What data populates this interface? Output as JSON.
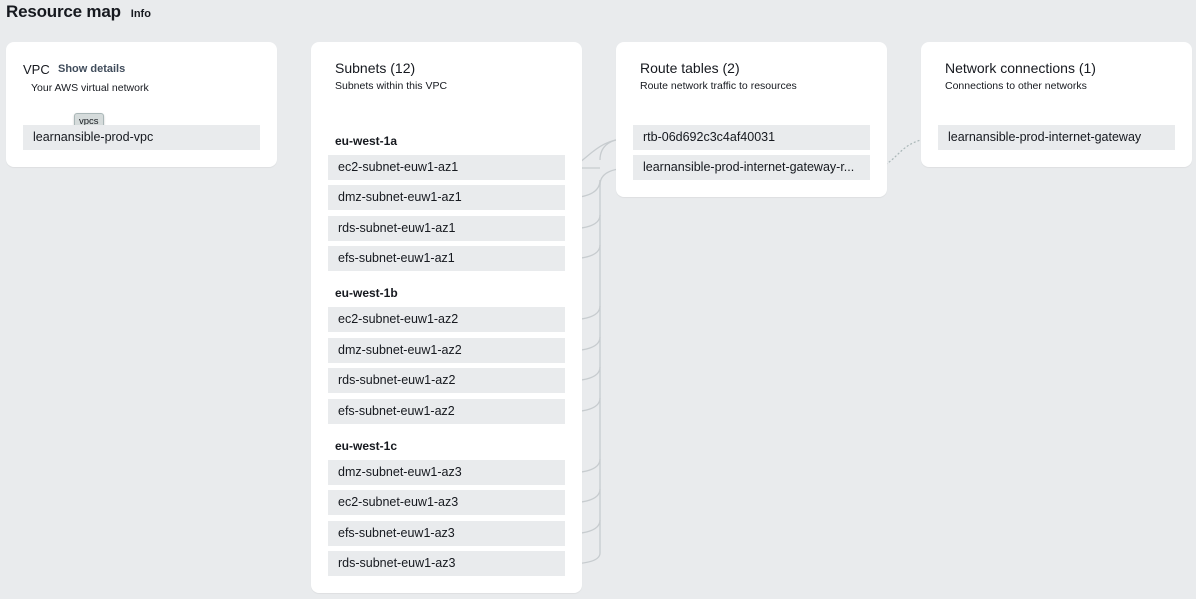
{
  "header": {
    "title": "Resource map",
    "info": "Info"
  },
  "vpc": {
    "title": "VPC",
    "show_details": "Show details",
    "description": "Your AWS virtual network",
    "tooltip": "vpcs",
    "item": "learnansible-prod-vpc"
  },
  "subnets": {
    "title": "Subnets (12)",
    "description": "Subnets within this VPC",
    "groups": [
      {
        "az": "eu-west-1a",
        "items": [
          "ec2-subnet-euw1-az1",
          "dmz-subnet-euw1-az1",
          "rds-subnet-euw1-az1",
          "efs-subnet-euw1-az1"
        ]
      },
      {
        "az": "eu-west-1b",
        "items": [
          "ec2-subnet-euw1-az2",
          "dmz-subnet-euw1-az2",
          "rds-subnet-euw1-az2",
          "efs-subnet-euw1-az2"
        ]
      },
      {
        "az": "eu-west-1c",
        "items": [
          "dmz-subnet-euw1-az3",
          "ec2-subnet-euw1-az3",
          "efs-subnet-euw1-az3",
          "rds-subnet-euw1-az3"
        ]
      }
    ]
  },
  "route_tables": {
    "title": "Route tables (2)",
    "description": "Route network traffic to resources",
    "items": [
      "rtb-06d692c3c4af40031",
      "learnansible-prod-internet-gateway-r..."
    ]
  },
  "network_connections": {
    "title": "Network connections (1)",
    "description": "Connections to other networks",
    "items": [
      "learnansible-prod-internet-gateway"
    ]
  },
  "colors": {
    "background": "#e9ebed",
    "card": "#ffffff",
    "item": "#e9ebed",
    "connector": "#c7cccf"
  }
}
